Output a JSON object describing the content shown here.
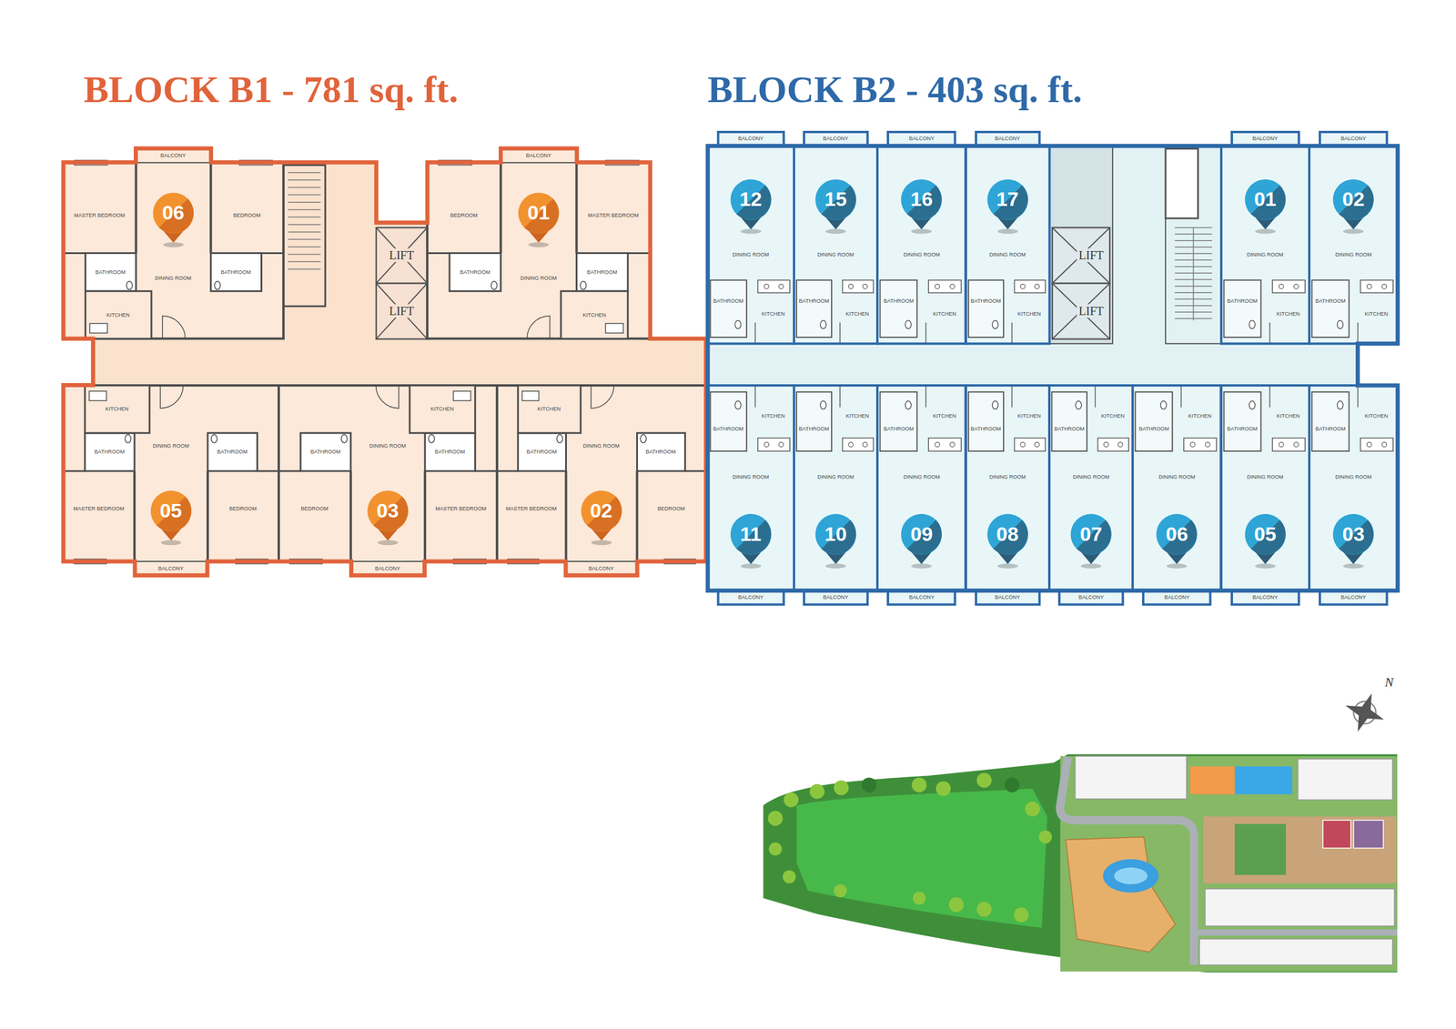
{
  "diagram": {
    "nodes": [
      {
        "text": [
          "BLOCK B1 - 781 sq. ft."
        ]
      },
      {
        "text": [
          "06",
          "BALCONY",
          "MASTER BEDROOM",
          "BEDROOM",
          "BATHROOM",
          "DINING ROOM",
          "BATHROOM",
          "KITCHEN"
        ],
        "in": 0
      },
      {
        "text": [
          "LIFT"
        ],
        "in": 0
      },
      {
        "text": [
          "LIFT"
        ],
        "in": 0
      },
      {
        "text": [
          "01",
          "BALCONY",
          "MASTER BEDROOM",
          "BEDROOM",
          "BATHROOM",
          "DINING ROOM",
          "BATHROOM",
          "KITCHEN"
        ],
        "in": 0
      },
      {
        "text": [
          "05",
          "BALCONY",
          "MASTER BEDROOM",
          "BEDROOM",
          "BATHROOM",
          "DINING ROOM",
          "BATHROOM",
          "KITCHEN"
        ],
        "in": 0
      },
      {
        "text": [
          "03",
          "BALCONY",
          "MASTER BEDROOM",
          "BEDROOM",
          "BATHROOM",
          "DINING ROOM",
          "BATHROOM",
          "KITCHEN"
        ],
        "in": 0
      },
      {
        "text": [
          "02",
          "BALCONY",
          "MASTER BEDROOM",
          "BEDROOM",
          "BATHROOM",
          "DINING ROOM",
          "BATHROOM",
          "KITCHEN"
        ],
        "in": 0
      },
      {
        "text": [
          "BLOCK B2 - 403 sq. ft."
        ]
      },
      {
        "text": [
          "12",
          "BALCONY",
          "DINING ROOM",
          "KITCHEN",
          "BATHROOM"
        ],
        "in": 8
      },
      {
        "text": [
          "15",
          "BALCONY",
          "DINING ROOM",
          "KITCHEN",
          "BATHROOM"
        ],
        "in": 8
      },
      {
        "text": [
          "16",
          "BALCONY",
          "DINING ROOM",
          "KITCHEN",
          "BATHROOM"
        ],
        "in": 8
      },
      {
        "text": [
          "17",
          "BALCONY",
          "DINING ROOM",
          "KITCHEN",
          "BATHROOM"
        ],
        "in": 8
      },
      {
        "text": [
          "LIFT"
        ],
        "in": 8
      },
      {
        "text": [
          "LIFT"
        ],
        "in": 8
      },
      {
        "text": [
          "01",
          "BALCONY",
          "DINING ROOM",
          "KITCHEN",
          "BATHROOM"
        ],
        "in": 8
      },
      {
        "text": [
          "02",
          "BALCONY",
          "DINING ROOM",
          "KITCHEN",
          "BATHROOM"
        ],
        "in": 8
      },
      {
        "text": [
          "11",
          "BALCONY",
          "DINING ROOM",
          "KITCHEN",
          "BATHROOM"
        ],
        "in": 8
      },
      {
        "text": [
          "10",
          "BALCONY",
          "DINING ROOM",
          "KITCHEN",
          "BATHROOM"
        ],
        "in": 8
      },
      {
        "text": [
          "09",
          "BALCONY",
          "DINING ROOM",
          "KITCHEN",
          "BATHROOM"
        ],
        "in": 8
      },
      {
        "text": [
          "08",
          "BALCONY",
          "DINING ROOM",
          "KITCHEN",
          "BATHROOM"
        ],
        "in": 8
      },
      {
        "text": [
          "07",
          "BALCONY",
          "DINING ROOM",
          "KITCHEN",
          "BATHROOM"
        ],
        "in": 8
      },
      {
        "text": [
          "06",
          "BALCONY",
          "DINING ROOM",
          "KITCHEN",
          "BATHROOM"
        ],
        "in": 8
      },
      {
        "text": [
          "05",
          "BALCONY",
          "DINING ROOM",
          "KITCHEN",
          "BATHROOM"
        ],
        "in": 8
      },
      {
        "text": [
          "03",
          "BALCONY",
          "DINING ROOM",
          "KITCHEN",
          "BATHROOM"
        ],
        "in": 8
      }
    ],
    "labels": [
      "N"
    ]
  }
}
